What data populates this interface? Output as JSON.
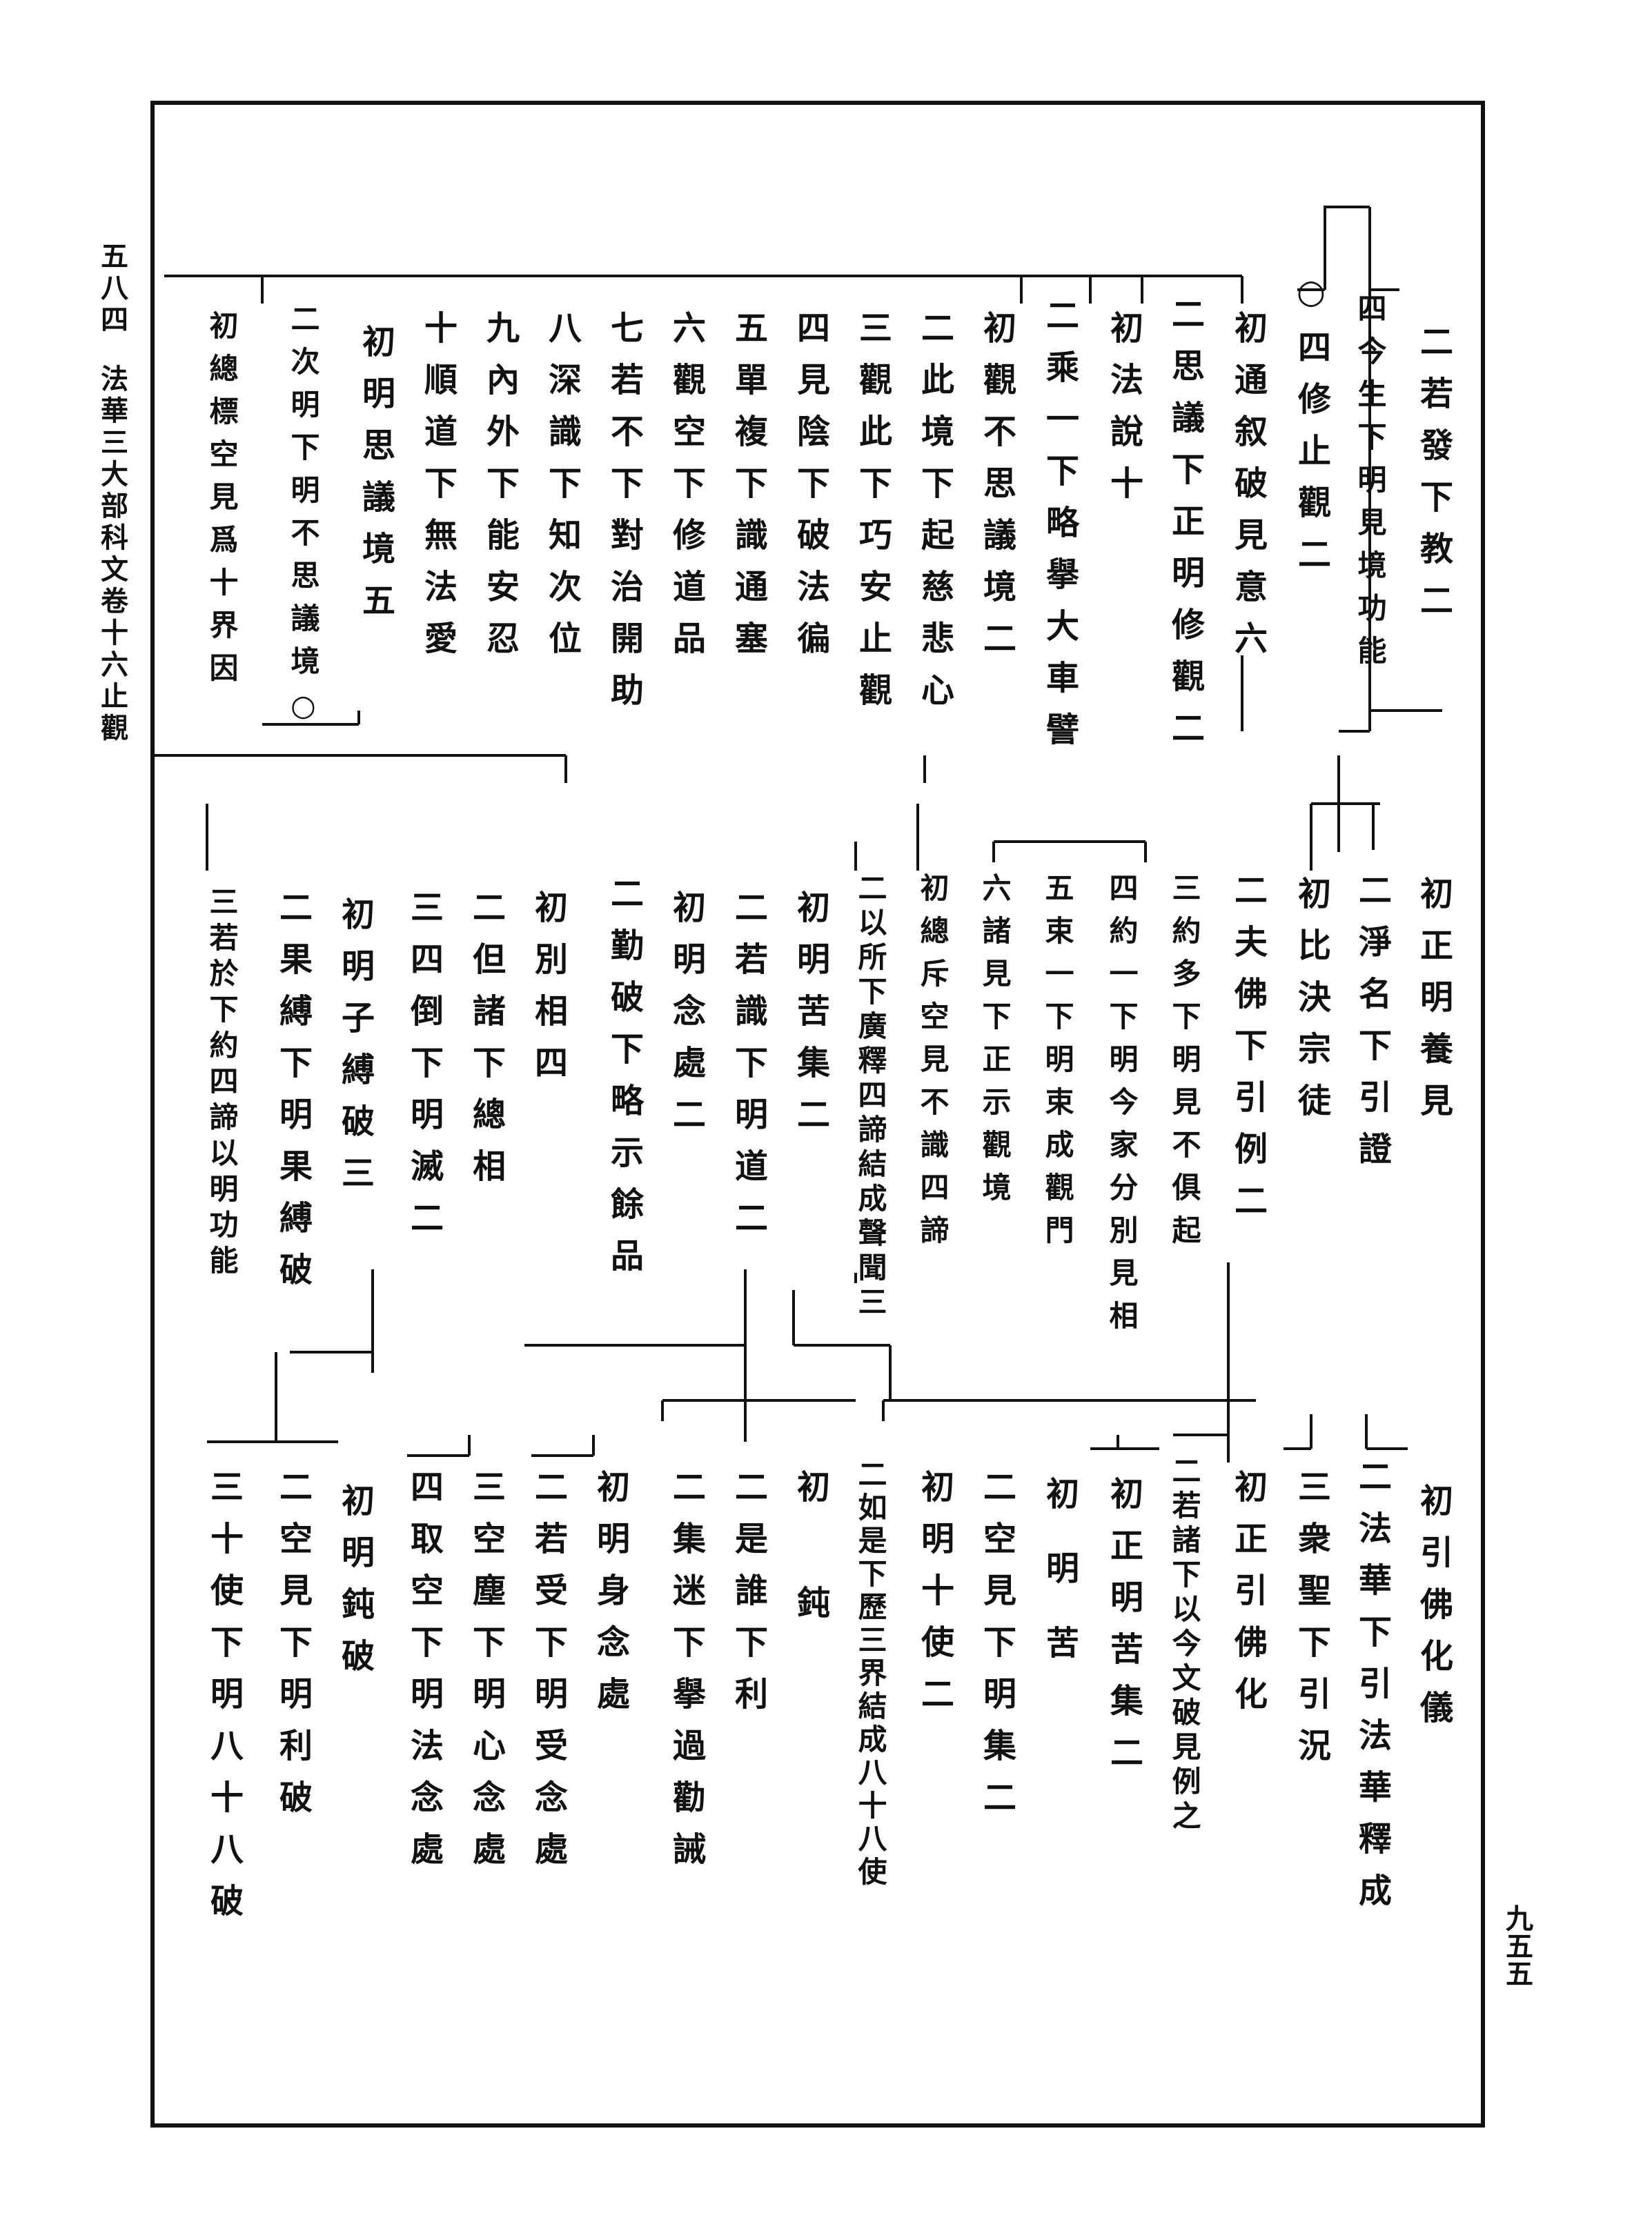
{
  "header": {
    "page_number_left": "五八四",
    "book_title": "法華三大部科文卷十六止觀",
    "page_number_right": "九五五"
  },
  "outline": {
    "top": [
      "二若發下教二",
      "四今生下明見境功能",
      "○四修止觀二",
      "初通叙破見意六",
      "二思議下正明修觀二",
      "初法說十",
      "二乘一下略擧大車譬",
      "初觀不思議境二",
      "二此境下起慈悲心",
      "三觀此下巧安止觀",
      "四見陰下破法徧",
      "五單複下識通塞",
      "六觀空下修道品",
      "七若不下對治開助",
      "八深識下知次位",
      "九內外下能安忍",
      "十順道下無法愛",
      "初明思議境五",
      "二次明下明不思議境○",
      "初總標空見爲十界因"
    ],
    "middle": [
      "初正明養見",
      "二淨名下引證",
      "初比決宗徒",
      "二夫佛下引例二",
      "三約多下明見不俱起",
      "四約一下明今家分別見相",
      "五束一下明束成觀門",
      "六諸見下正示觀境",
      "初總斥空見不識四諦",
      "二以所下廣釋四諦結成聲聞三",
      "初明苦集二",
      "二若識下明道二",
      "初明念處二",
      "二勤破下略示餘品",
      "初別相四",
      "二但諸下總相",
      "三四倒下明滅二",
      "初明子縛破三",
      "二果縛下明果縛破",
      "三若於下約四諦以明功能"
    ],
    "bottom": [
      "初引佛化儀",
      "二法華下引法華釋成",
      "三衆聖下引況",
      "初正引佛化",
      "二若諸下以今文破見例之",
      "初正明苦集二",
      "初明苦",
      "二空見下明集二",
      "初明十使二",
      "二如是下歷三界結成八十八使",
      "初鈍",
      "二是誰下利",
      "二集迷下擧過勸誡",
      "初明身念處",
      "二若受下明受念處",
      "三空塵下明心念處",
      "四取空下明法念處",
      "初明鈍破",
      "二空見下明利破",
      "三十使下明八十八破"
    ]
  }
}
